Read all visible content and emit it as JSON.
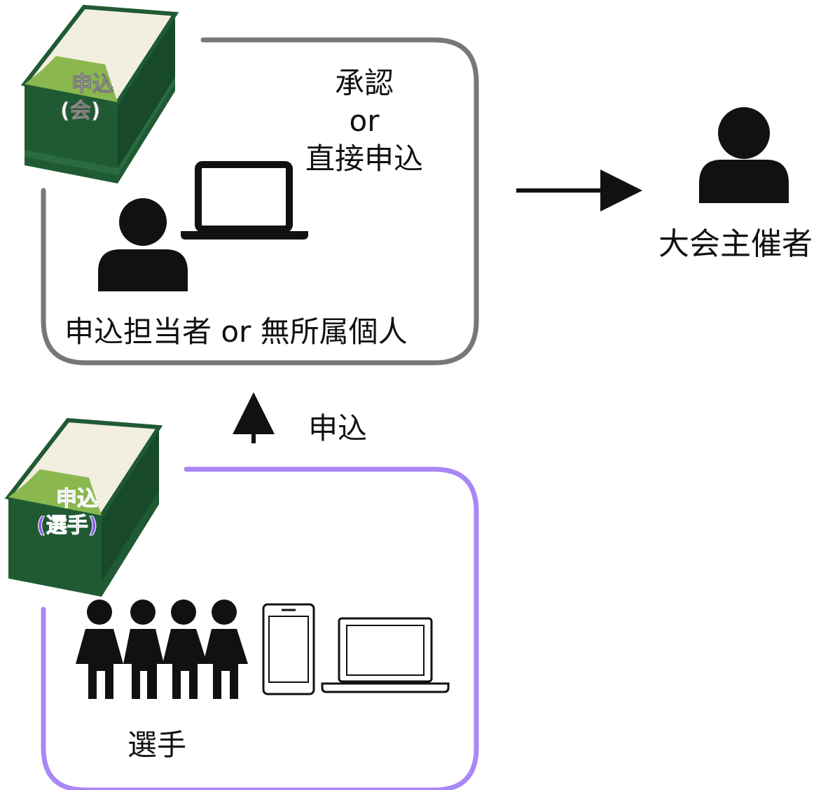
{
  "colors": {
    "org_box_border": "#777777",
    "player_box_border": "#a987f5",
    "icon_fill": "#111111",
    "card_stack_green": "#1f5a33",
    "card_label_purple": "#8a5cf0"
  },
  "diagram": {
    "approve_label_line1": "承認",
    "approve_label_line2": "or",
    "approve_label_line3": "直接申込",
    "organizer_label": "大会主催者",
    "representative_label": "申込担当者 or 無所属個人",
    "apply_label": "申込",
    "players_label": "選手",
    "card_org": {
      "line1": "申込",
      "line2": "(会)"
    },
    "card_player": {
      "line1": "申込",
      "line2": "(選手)"
    },
    "icons": [
      "person-icon",
      "laptop-icon",
      "group-icon",
      "smartphone-icon",
      "card-stack-icon",
      "arrow-icon"
    ]
  }
}
